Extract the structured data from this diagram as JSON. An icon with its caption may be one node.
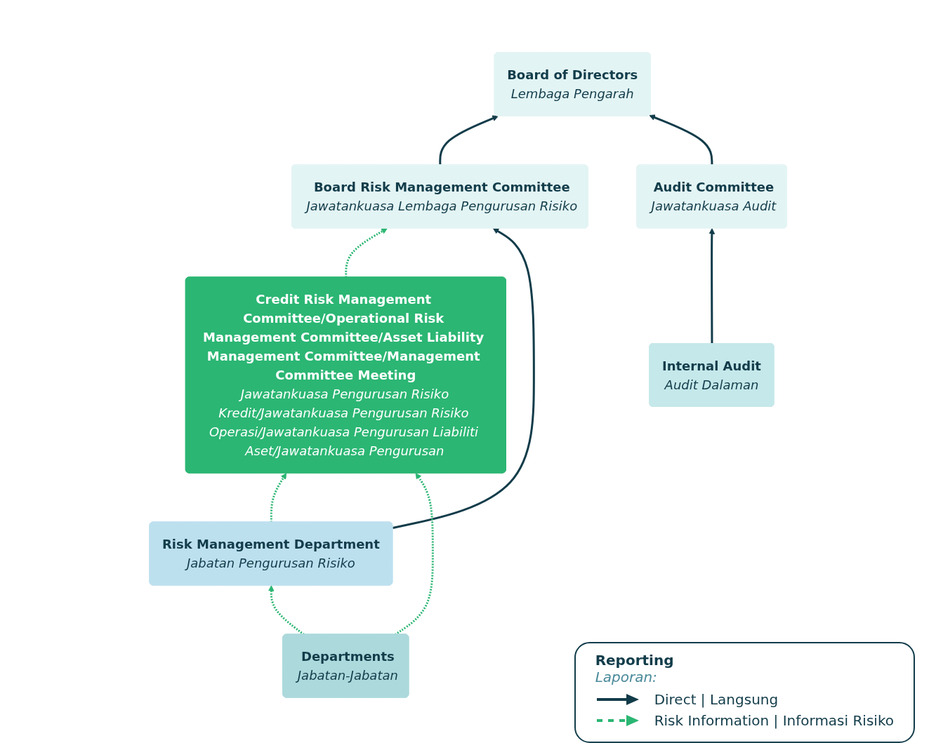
{
  "diagram": {
    "nodes": [
      {
        "text": [
          "Board of Directors",
          "Lembaga Pengarah"
        ]
      },
      {
        "text": [
          "Board Risk Management Committee",
          "Jawatankuasa Lembaga Pengurusan Risiko"
        ]
      },
      {
        "text": [
          "Audit Committee",
          "Jawatankuasa Audit"
        ]
      },
      {
        "text": [
          "Credit Risk Management Committee/Operational Risk Management Committee/Asset Liability Management Committee/Management Committee Meeting",
          "Jawatankuasa Pengurusan Risiko Kredit/Jawatankuasa Pengurusan Risiko Operasi/Jawatankuasa Pengurusan Liabiliti Aset/Jawatankuasa Pengurusan"
        ]
      },
      {
        "text": [
          "Risk Management Department",
          "Jabatan Pengurusan Risiko"
        ]
      },
      {
        "text": [
          "Internal Audit",
          "Audit Dalaman"
        ]
      },
      {
        "text": [
          "Departments",
          "Jabatan-Jabatan"
        ]
      }
    ],
    "edges": [
      {
        "from": 1,
        "to": 0,
        "arrow": "to"
      },
      {
        "from": 2,
        "to": 0,
        "arrow": "to"
      },
      {
        "from": 3,
        "to": 1,
        "arrow": "to",
        "style": "dashed",
        "color": "#2bb673"
      },
      {
        "from": 4,
        "to": 1,
        "arrow": "to"
      },
      {
        "from": 4,
        "to": 3,
        "arrow": "to",
        "style": "dashed",
        "color": "#2bb673"
      },
      {
        "from": 5,
        "to": 2,
        "arrow": "to"
      },
      {
        "from": 6,
        "to": 4,
        "arrow": "to",
        "style": "dashed",
        "color": "#2bb673"
      },
      {
        "from": 6,
        "to": 3,
        "arrow": "to",
        "style": "dashed",
        "color": "#2bb673"
      }
    ],
    "labels": [
      "Reporting",
      "Laporan:"
    ],
    "legend": [
      {
        "text": "Direct | Langsung"
      },
      {
        "text": "Risk Information | Informasi Risiko"
      }
    ]
  }
}
